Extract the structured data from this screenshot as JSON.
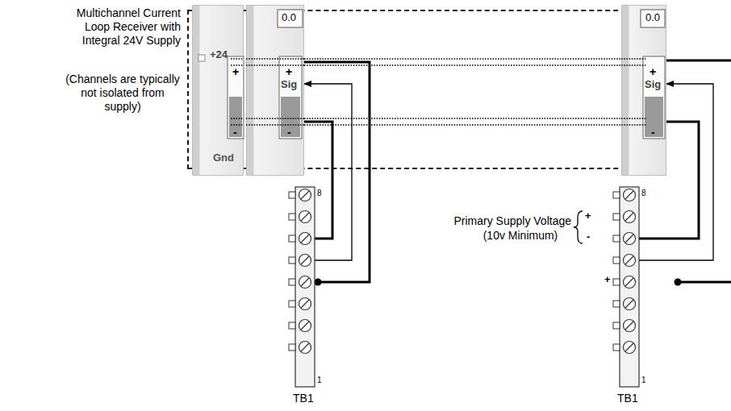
{
  "diagram": {
    "nodes": [
      {
        "text": [
          "Multichannel Current Loop Receiver with Integral 24V Supply",
          "(Channels are typically not isolated from supply)"
        ]
      },
      {
        "text": [
          "+24",
          "+",
          "-",
          "Gnd"
        ],
        "in": 0
      },
      {
        "text": [
          "0.0",
          "+",
          "Sig",
          "-"
        ],
        "in": 0
      },
      {
        "text": [
          "0.0",
          "+",
          "Sig",
          "-"
        ],
        "in": 0
      },
      {
        "text": [
          "8",
          "1",
          "TB1"
        ]
      },
      {
        "text": [
          "8",
          "1",
          "TB1"
        ]
      }
    ],
    "edges": [
      {
        "from": 4,
        "to": 2,
        "arrow": "none"
      },
      {
        "from": 4,
        "to": 2,
        "arrow": "to"
      },
      {
        "from": 4,
        "to": 2,
        "arrow": "none"
      },
      {
        "from": 5,
        "to": 3,
        "arrow": "none"
      },
      {
        "from": 5,
        "to": 3,
        "arrow": "to"
      },
      {
        "from": 2,
        "to": 3,
        "arrow": "none"
      },
      {
        "from": 2,
        "to": 3,
        "arrow": "none"
      }
    ],
    "labels": [
      "Primary Supply Voltage",
      "(10v Minimum)",
      "+",
      "-",
      "+"
    ]
  }
}
